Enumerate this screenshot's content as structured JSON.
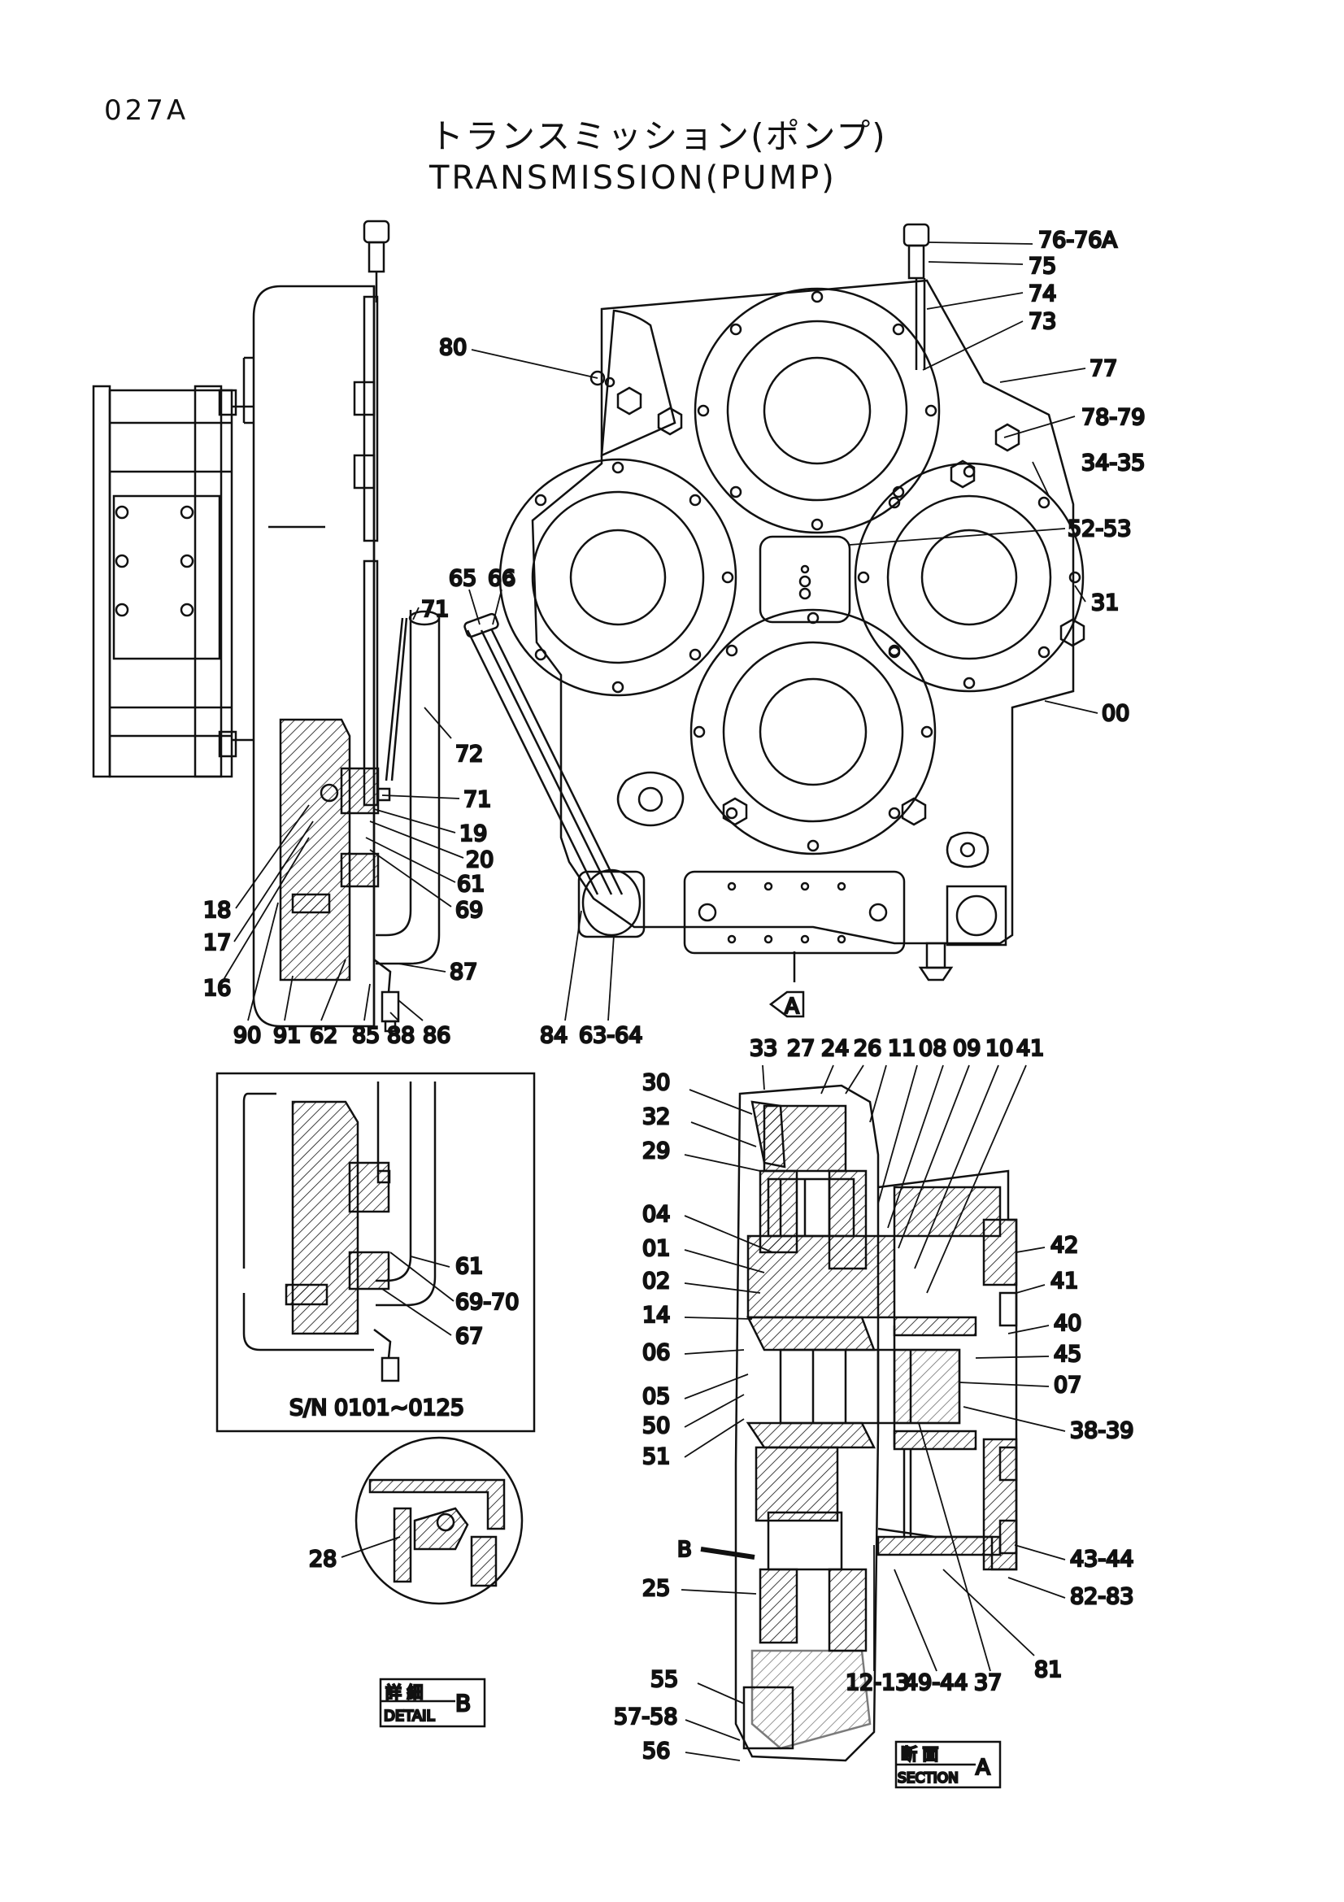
{
  "page_code": "027A",
  "title_jp": "トランスミッション(ポンプ)",
  "title_en": "TRANSMISSION(PUMP)",
  "serial_note": "S/N 0101~0125",
  "detail_box": {
    "jp": "詳 細",
    "en": "DETAIL",
    "letter": "B"
  },
  "section_box": {
    "jp": "断 面",
    "en": "SECTION",
    "letter": "A"
  },
  "view_marker": "A",
  "detail_marker": "B",
  "callouts": {
    "c76_76A": "76-76A",
    "c75": "75",
    "c74": "74",
    "c73": "73",
    "c77": "77",
    "c78_79": "78-79",
    "c34_35": "34-35",
    "c52_53": "52-53",
    "c31": "31",
    "c00": "00",
    "c80": "80",
    "c65": "65",
    "c66": "66",
    "c71a": "71",
    "c72": "72",
    "c71b": "71",
    "c19": "19",
    "c20": "20",
    "c61a": "61",
    "c69": "69",
    "c18": "18",
    "c17": "17",
    "c16": "16",
    "c87": "87",
    "c90": "90",
    "c91": "91",
    "c62": "62",
    "c85": "85",
    "c88": "88",
    "c86": "86",
    "c84": "84",
    "c63_64": "63-64",
    "c61b": "61",
    "c69_70": "69-70",
    "c67": "67",
    "c28": "28",
    "c33": "33",
    "c27": "27",
    "c24": "24",
    "c26": "26",
    "c11": "11",
    "c08": "08",
    "c09": "09",
    "c10": "10",
    "c41a": "41",
    "c30": "30",
    "c32": "32",
    "c29": "29",
    "c04": "04",
    "c01": "01",
    "c02": "02",
    "c14": "14",
    "c06": "06",
    "c05": "05",
    "c50": "50",
    "c51": "51",
    "c42": "42",
    "c41b": "41",
    "c40": "40",
    "c45": "45",
    "c07": "07",
    "c38_39": "38-39",
    "c43_44": "43-44",
    "c82_83": "82-83",
    "c81": "81",
    "c37": "37",
    "c49_44": "49-44",
    "c12_13": "12-13",
    "c25": "25",
    "c55": "55",
    "c57_58": "57-58",
    "c56": "56"
  }
}
